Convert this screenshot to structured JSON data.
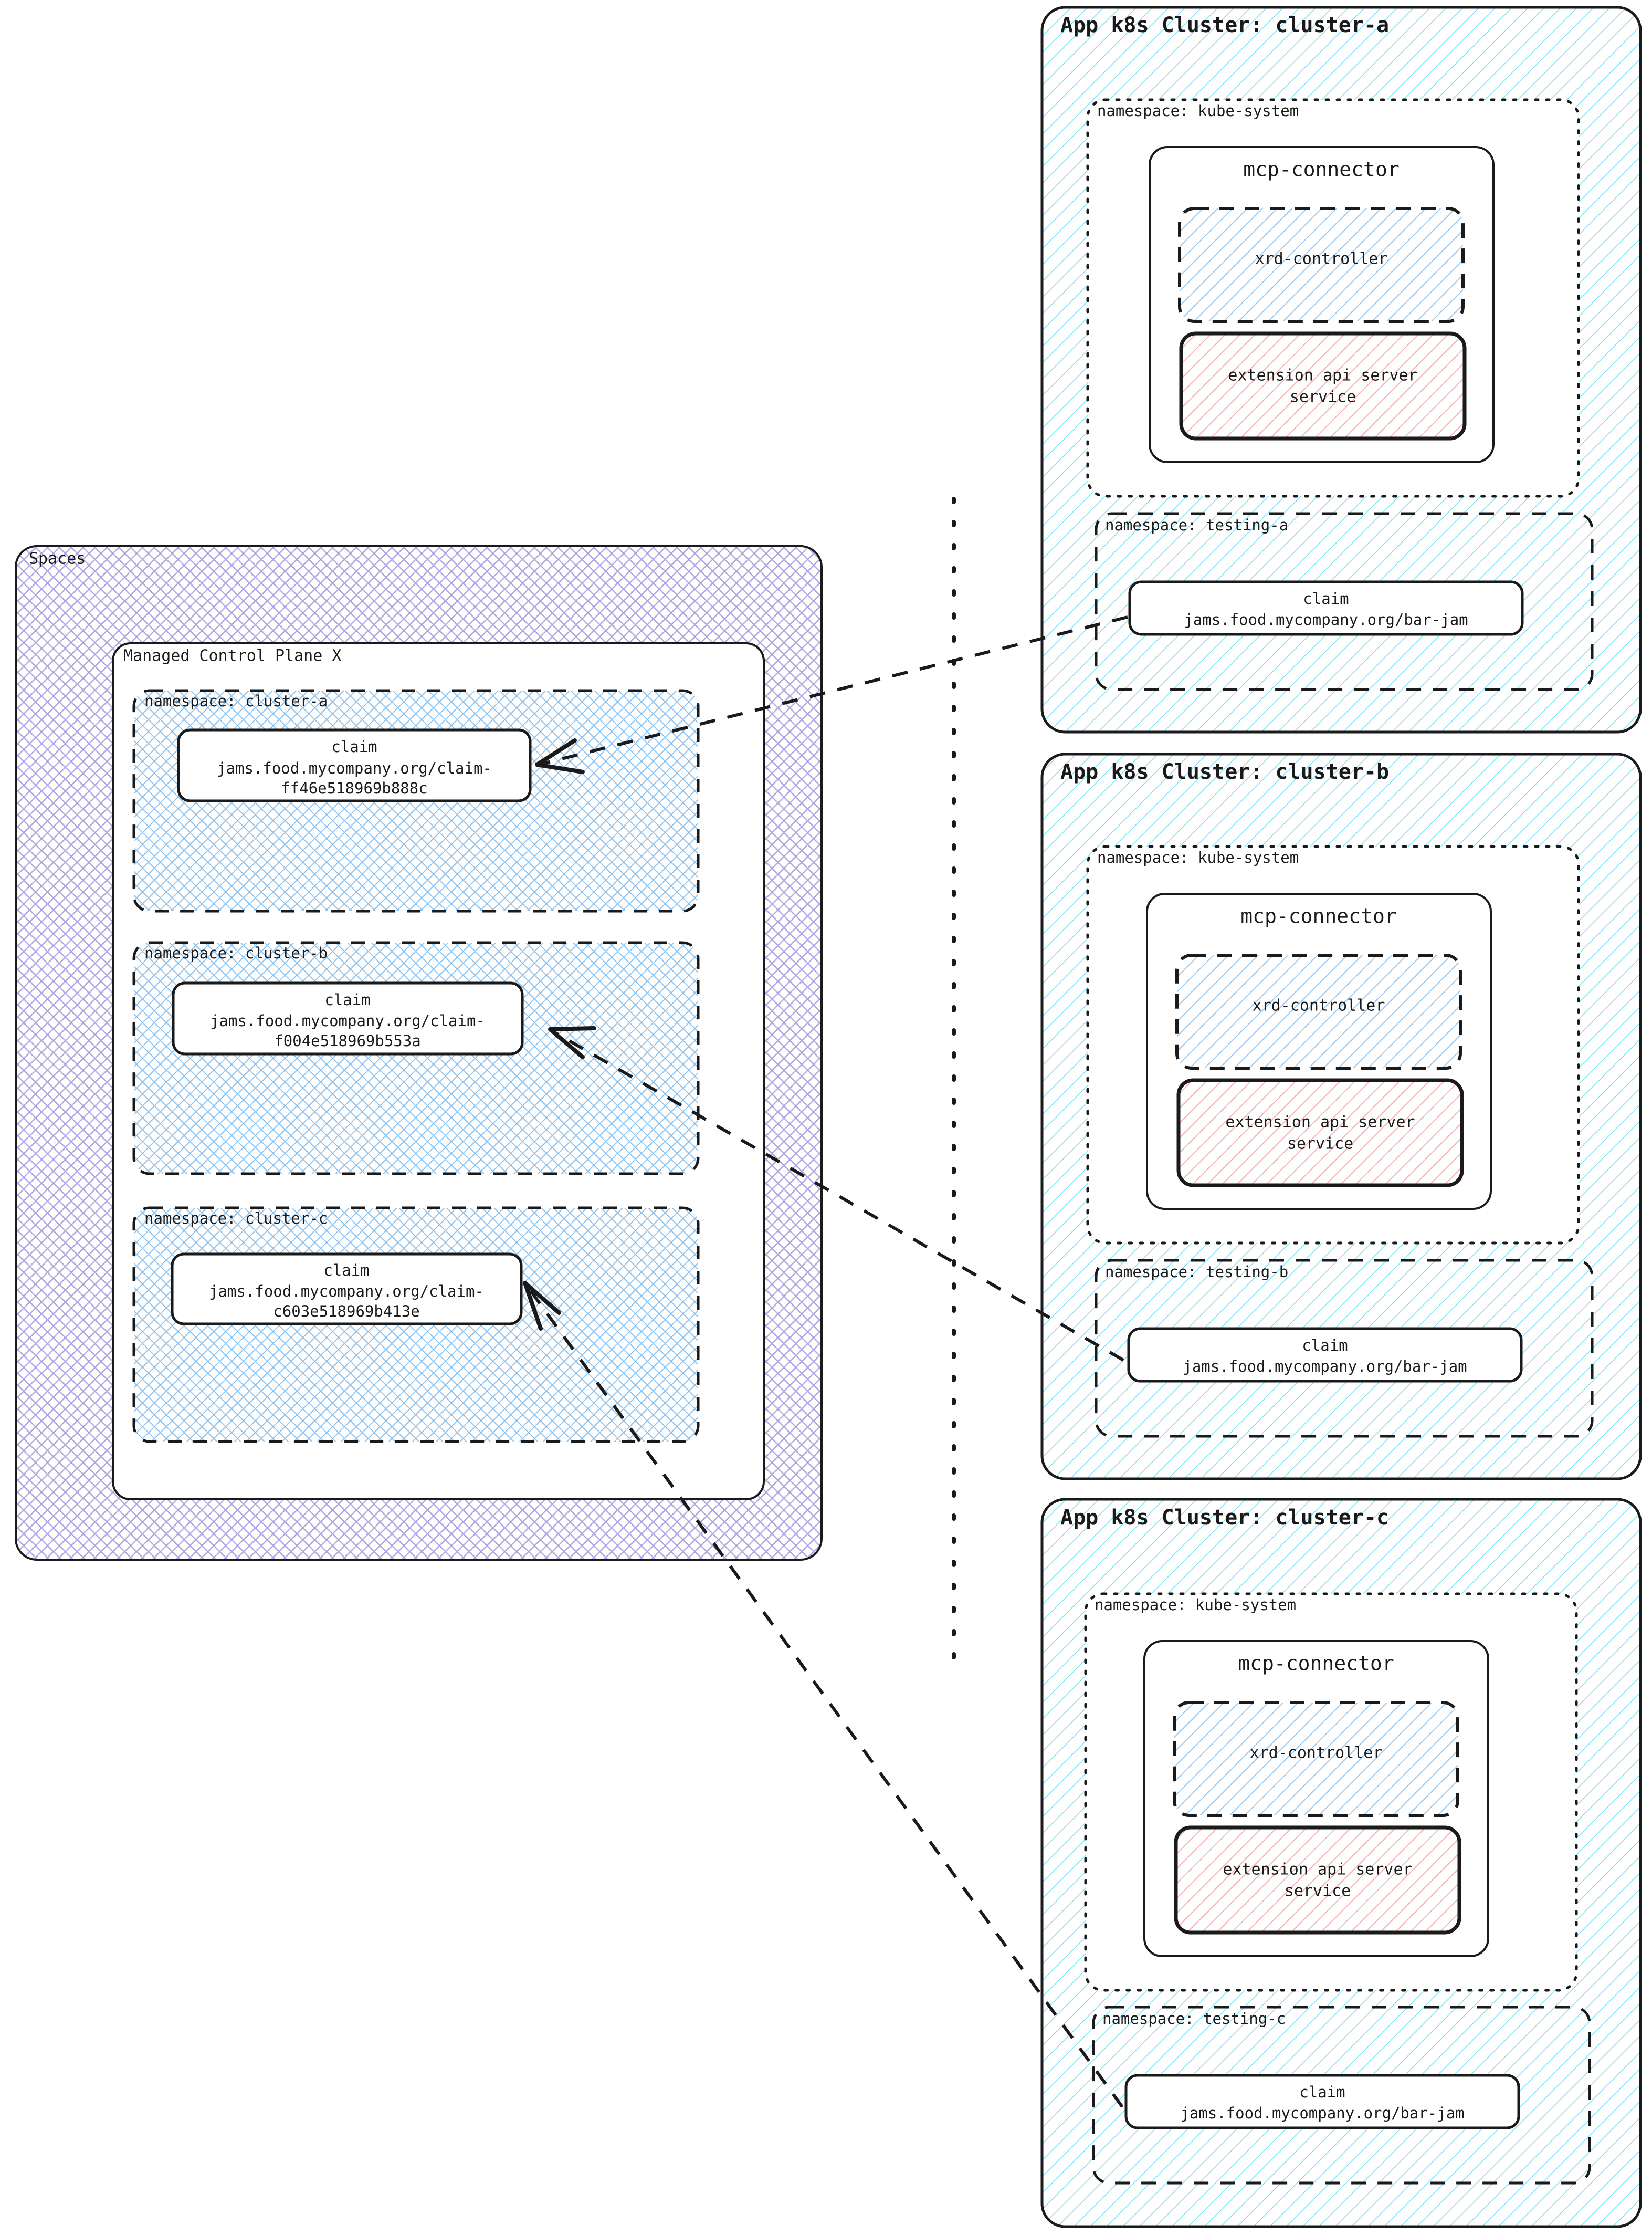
{
  "diagram": {
    "title_semantic": "crossplane-spaces-to-app-clusters",
    "colors": {
      "cluster_hatch": "#7ddff0",
      "spaces_hatch": "#b0a6e0",
      "namespace_hatch": "#8fc3ee",
      "xrd_hatch": "#9ac9f0",
      "apiserver_hatch": "#f2b2b2",
      "stroke": "#1a1a1a",
      "background": "#ffffff"
    },
    "spaces": {
      "label": "Spaces",
      "control_plane": {
        "label": "Managed Control Plane X",
        "namespaces": [
          {
            "label": "namespace: cluster-a",
            "claim": {
              "kind": "claim",
              "ref_line1": "jams.food.mycompany.org/claim-",
              "ref_line2": "ff46e518969b888c"
            }
          },
          {
            "label": "namespace: cluster-b",
            "claim": {
              "kind": "claim",
              "ref_line1": "jams.food.mycompany.org/claim-",
              "ref_line2": "f004e518969b553a"
            }
          },
          {
            "label": "namespace: cluster-c",
            "claim": {
              "kind": "claim",
              "ref_line1": "jams.food.mycompany.org/claim-",
              "ref_line2": "c603e518969b413e"
            }
          }
        ]
      }
    },
    "clusters": [
      {
        "title": "App k8s Cluster: cluster-a",
        "system_namespace": {
          "label": "namespace: kube-system",
          "pod": {
            "title": "mcp-connector",
            "controller": {
              "label": "xrd-controller"
            },
            "apiserver": {
              "line1": "extension api server",
              "line2": "service"
            }
          }
        },
        "testing_namespace": {
          "label": "namespace: testing-a",
          "claim": {
            "kind": "claim",
            "ref": "jams.food.mycompany.org/bar-jam"
          }
        }
      },
      {
        "title": "App k8s Cluster: cluster-b",
        "system_namespace": {
          "label": "namespace: kube-system",
          "pod": {
            "title": "mcp-connector",
            "controller": {
              "label": "xrd-controller"
            },
            "apiserver": {
              "line1": "extension api server",
              "line2": "service"
            }
          }
        },
        "testing_namespace": {
          "label": "namespace: testing-b",
          "claim": {
            "kind": "claim",
            "ref": "jams.food.mycompany.org/bar-jam"
          }
        }
      },
      {
        "title": "App k8s Cluster: cluster-c",
        "system_namespace": {
          "label": "namespace: kube-system",
          "pod": {
            "title": "mcp-connector",
            "controller": {
              "label": "xrd-controller"
            },
            "apiserver": {
              "line1": "extension api server",
              "line2": "service"
            }
          }
        },
        "testing_namespace": {
          "label": "namespace: testing-c",
          "claim": {
            "kind": "claim",
            "ref": "jams.food.mycompany.org/bar-jam"
          }
        }
      }
    ]
  }
}
